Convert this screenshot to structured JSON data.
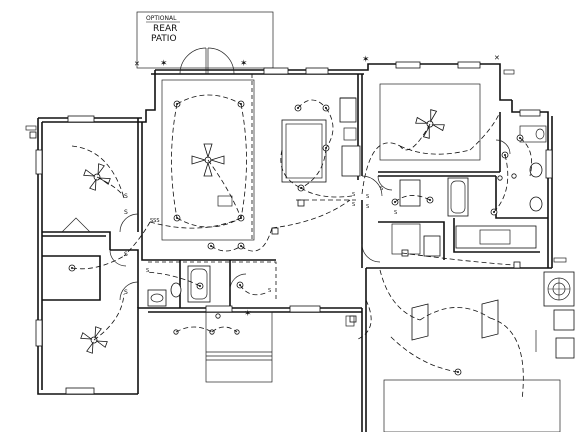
{
  "patio": {
    "label_line1": "OPTIONAL",
    "label_line2": "REAR",
    "label_line3": "PATIO"
  },
  "colors": {
    "ink": "#111111",
    "paper": "#ffffff"
  },
  "icons": {
    "ceiling_fan": "ceiling-fan-icon",
    "light": "ceiling-light-icon",
    "outlet": "outlet-icon",
    "switch": "switch-icon"
  }
}
